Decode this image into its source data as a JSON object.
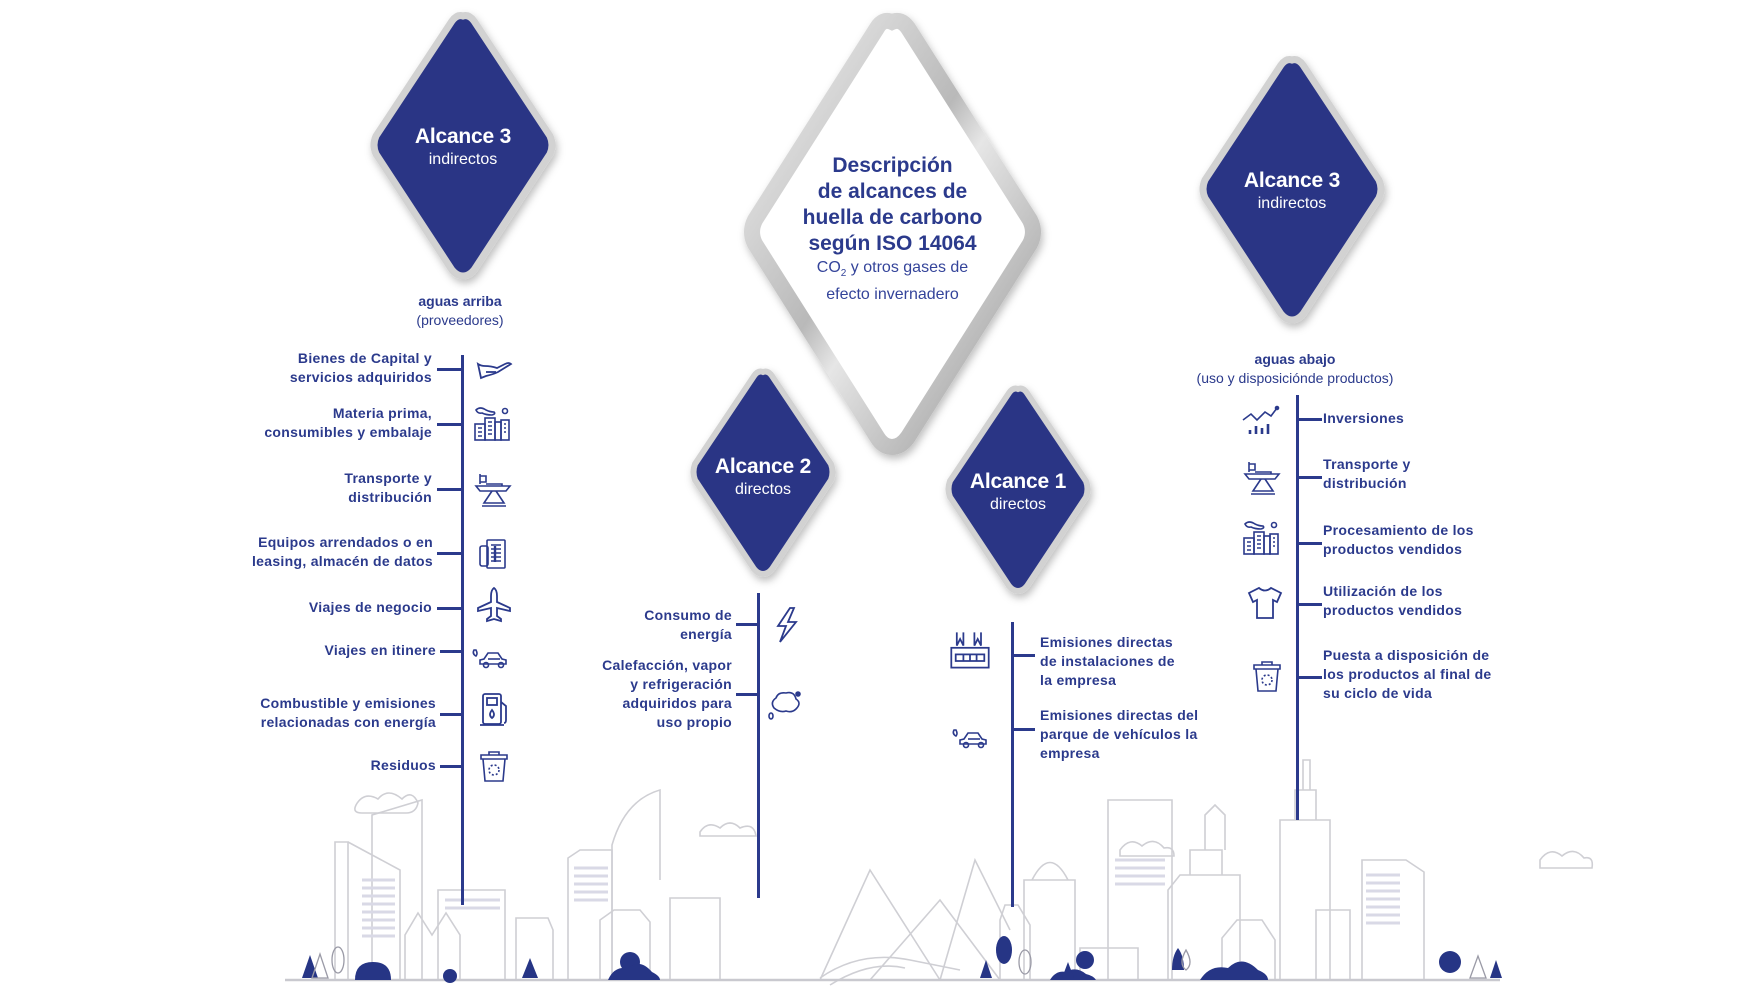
{
  "title": {
    "line1": "Descripción",
    "line2": "de alcances de",
    "line3": "huella de carbono",
    "line4": "según ISO 14064",
    "sub_line1_co": "CO",
    "sub_line1_sub": "2",
    "sub_line1_rest": " y otros gases de",
    "sub_line2": "efecto invernadero"
  },
  "colors": {
    "diamond_fill": "#2b3585",
    "text_primary": "#2b3a8c",
    "frame_silver": "#c8c8c8",
    "city_line": "#c9c9cf",
    "city_accent": "#263585",
    "leaf_green": "#3aa04a"
  },
  "scopes": {
    "upstream": {
      "title": "Alcance 3",
      "subtitle": "indirectos",
      "heading": "aguas arriba",
      "heading_sub": "(proveedores)",
      "items": [
        {
          "label_line1": "Bienes de Capital y",
          "label_line2": "servicios adquiridos",
          "icon": "hand-icon"
        },
        {
          "label_line1": "Materia prima,",
          "label_line2": "consumibles y embalaje",
          "icon": "factory-icon"
        },
        {
          "label_line1": "Transporte y",
          "label_line2": "distribución",
          "icon": "ship-crane-icon"
        },
        {
          "label_line1": "Equipos arrendados o en",
          "label_line2": "leasing, almacén de datos",
          "icon": "server-document-icon"
        },
        {
          "label_line1": "Viajes de negocio",
          "label_line2": "",
          "icon": "airplane-icon"
        },
        {
          "label_line1": "Viajes en itinere",
          "label_line2": "",
          "icon": "car-icon"
        },
        {
          "label_line1": "Combustible y emisiones",
          "label_line2": "relacionadas con energía",
          "icon": "fuel-pump-icon"
        },
        {
          "label_line1": "Residuos",
          "label_line2": "",
          "icon": "trash-bin-icon"
        }
      ]
    },
    "scope2": {
      "title": "Alcance 2",
      "subtitle": "directos",
      "items": [
        {
          "label_lines": [
            "Consumo de",
            "energía"
          ],
          "icon": "lightning-icon"
        },
        {
          "label_lines": [
            "Calefacción, vapor",
            "y refrigeración",
            "adquiridos para",
            "uso propio"
          ],
          "icon": "steam-cloud-icon"
        }
      ]
    },
    "scope1": {
      "title": "Alcance 1",
      "subtitle": "directos",
      "items": [
        {
          "label_lines": [
            "Emisiones directas",
            "de instalaciones de",
            "la empresa"
          ],
          "icon": "factory-chimney-icon"
        },
        {
          "label_lines": [
            "Emisiones directas del",
            "parque de vehículos la",
            "empresa"
          ],
          "icon": "car-icon"
        }
      ]
    },
    "downstream": {
      "title": "Alcance 3",
      "subtitle": "indirectos",
      "heading": "aguas abajo",
      "heading_sub": "(uso y disposiciónde productos)",
      "items": [
        {
          "label_line1": "Inversiones",
          "label_line2": "",
          "icon": "growth-chart-icon"
        },
        {
          "label_line1": "Transporte y",
          "label_line2": "distribución",
          "icon": "ship-crane-icon"
        },
        {
          "label_line1": "Procesamiento de los",
          "label_line2": "productos vendidos",
          "icon": "factory-icon"
        },
        {
          "label_line1": "Utilización de los",
          "label_line2": "productos vendidos",
          "icon": "t-shirt-icon"
        },
        {
          "label_lines": [
            "Puesta a disposición de",
            "los productos al final de",
            "su ciclo de vida"
          ],
          "icon": "trash-bin-icon"
        }
      ]
    }
  }
}
